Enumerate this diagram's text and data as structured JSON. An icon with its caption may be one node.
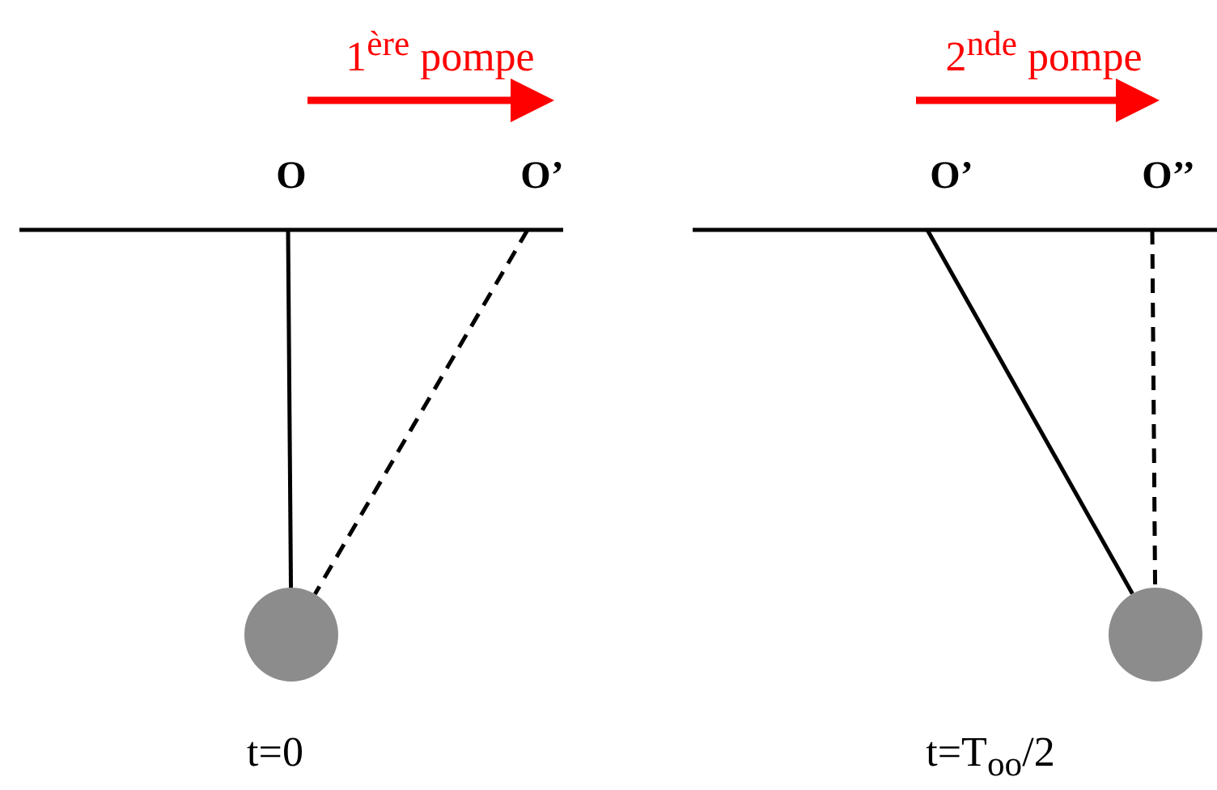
{
  "diagram": {
    "nodes": [
      {
        "text": [
          "O"
        ]
      },
      {
        "text": [
          "O’"
        ]
      },
      {
        "text": [],
        "shape": "circle"
      },
      {
        "text": [
          "O’"
        ]
      },
      {
        "text": [
          "O’’"
        ]
      },
      {
        "text": [],
        "shape": "circle"
      }
    ],
    "edges": [
      {
        "from": 0,
        "to": 2,
        "arrow": "none"
      },
      {
        "from": 1,
        "to": 2,
        "arrow": "none",
        "style": "dashed"
      },
      {
        "from": 3,
        "to": 5,
        "arrow": "none"
      },
      {
        "from": 4,
        "to": 5,
        "arrow": "none",
        "style": "dashed"
      }
    ],
    "labels": [
      "1$^{ère}$ pompe",
      "2$^{nde}$ pompe",
      "t=0",
      "t=T$_{oo}$/2"
    ]
  }
}
